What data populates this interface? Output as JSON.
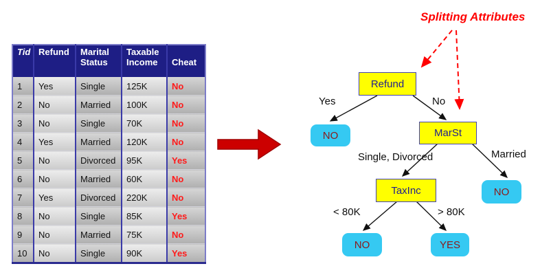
{
  "table": {
    "headers": {
      "tid": "Tid",
      "refund": "Refund",
      "marital_line1": "Marital",
      "marital_line2": "Status",
      "taxable_line1": "Taxable",
      "taxable_line2": "Income",
      "cheat": "Cheat"
    },
    "rows": [
      [
        "1",
        "Yes",
        "Single",
        "125K",
        "No"
      ],
      [
        "2",
        "No",
        "Married",
        "100K",
        "No"
      ],
      [
        "3",
        "No",
        "Single",
        "70K",
        "No"
      ],
      [
        "4",
        "Yes",
        "Married",
        "120K",
        "No"
      ],
      [
        "5",
        "No",
        "Divorced",
        "95K",
        "Yes"
      ],
      [
        "6",
        "No",
        "Married",
        "60K",
        "No"
      ],
      [
        "7",
        "Yes",
        "Divorced",
        "220K",
        "No"
      ],
      [
        "8",
        "No",
        "Single",
        "85K",
        "Yes"
      ],
      [
        "9",
        "No",
        "Married",
        "75K",
        "No"
      ],
      [
        "10",
        "No",
        "Single",
        "90K",
        "Yes"
      ]
    ]
  },
  "annotation": {
    "label": "Splitting Attributes"
  },
  "tree": {
    "nodes": {
      "refund": "Refund",
      "marst": "MarSt",
      "taxinc": "TaxInc"
    },
    "leaves": {
      "no_left": "NO",
      "no_married": "NO",
      "no_low": "NO",
      "yes_high": "YES"
    },
    "edge_labels": {
      "yes": "Yes",
      "no": "No",
      "single_divorced": "Single, Divorced",
      "married": "Married",
      "lt80k": "< 80K",
      "gt80k": "> 80K"
    }
  },
  "colors": {
    "header_navy": "#1E1E85",
    "node_yellow": "#FFFF00",
    "leaf_cyan": "#35C9F2",
    "node_text_blue": "#20208F",
    "leaf_text_dark_red": "#8B1A1A",
    "annotation_red": "#FF0000",
    "big_arrow_red": "#CC0000",
    "cheat_value_red": "#FF1A1A"
  }
}
